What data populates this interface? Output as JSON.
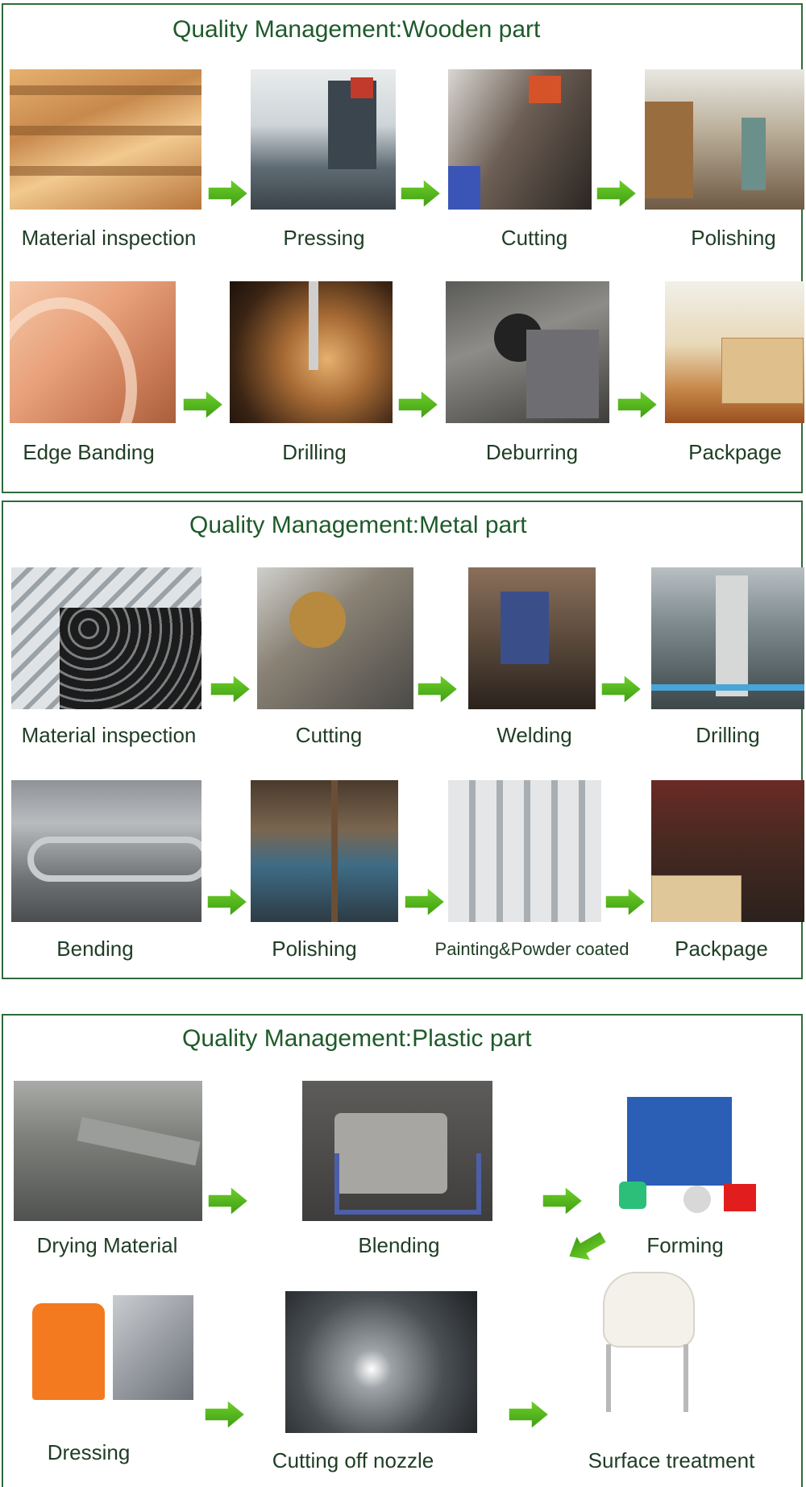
{
  "sections": [
    {
      "title": "Quality Management:Wooden part",
      "steps": [
        {
          "label": "Material inspection",
          "icon": "stacked-lumber-photo"
        },
        {
          "label": "Pressing",
          "icon": "press-machine-photo"
        },
        {
          "label": "Cutting",
          "icon": "saw-cutting-photo"
        },
        {
          "label": "Polishing",
          "icon": "workshop-polishing-photo"
        },
        {
          "label": "Edge Banding",
          "icon": "edge-banding-photo"
        },
        {
          "label": "Drilling",
          "icon": "drilling-closeup-photo"
        },
        {
          "label": "Deburring",
          "icon": "deburring-worker-photo"
        },
        {
          "label": "Packpage",
          "icon": "packed-boxes-photo"
        }
      ]
    },
    {
      "title": "Quality Management:Metal part",
      "steps": [
        {
          "label": "Material inspection",
          "icon": "metal-tubes-photo"
        },
        {
          "label": "Cutting",
          "icon": "tube-cutting-machine-photo"
        },
        {
          "label": "Welding",
          "icon": "welding-worker-photo"
        },
        {
          "label": "Drilling",
          "icon": "drill-press-photo"
        },
        {
          "label": "Bending",
          "icon": "bent-tubes-photo"
        },
        {
          "label": "Polishing",
          "icon": "polishing-workshop-photo"
        },
        {
          "label": "Painting&Powder coated",
          "icon": "powder-coated-parts-photo"
        },
        {
          "label": "Packpage",
          "icon": "container-loading-photo"
        }
      ]
    },
    {
      "title": "Quality Management:Plastic part",
      "steps": [
        {
          "label": "Drying Material",
          "icon": "drying-line-photo"
        },
        {
          "label": "Blending",
          "icon": "blending-machine-photo"
        },
        {
          "label": "Forming",
          "icon": "blow-molding-machine-photo"
        },
        {
          "label": "Dressing",
          "icon": "chair-and-mold-photo"
        },
        {
          "label": "Cutting off nozzle",
          "icon": "nozzle-cutting-photo"
        },
        {
          "label": "Surface treatment",
          "icon": "white-chair-photo"
        }
      ]
    }
  ],
  "colors": {
    "border": "#2f6b3a",
    "title": "#1e5a2a",
    "label": "#1f3d24",
    "arrow": "#6fd12b",
    "arrowDark": "#3e9c12"
  }
}
